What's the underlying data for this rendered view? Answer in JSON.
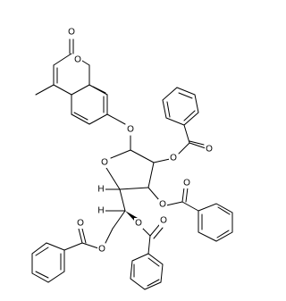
{
  "atoms": {
    "lactone_o_carbonyl": "O",
    "lactone_o_ring": "O",
    "glycosidic_o": "O",
    "furanose_o": "O",
    "ester2_o": "O",
    "ester2_o_carbonyl": "O",
    "ester3_o": "O",
    "ester3_o_carbonyl": "O",
    "ester5_o": "O",
    "ester5_o_carbonyl": "O",
    "ester6_o": "O",
    "ester6_o_carbonyl": "O",
    "h_c4": "H",
    "h_c5": "H"
  }
}
